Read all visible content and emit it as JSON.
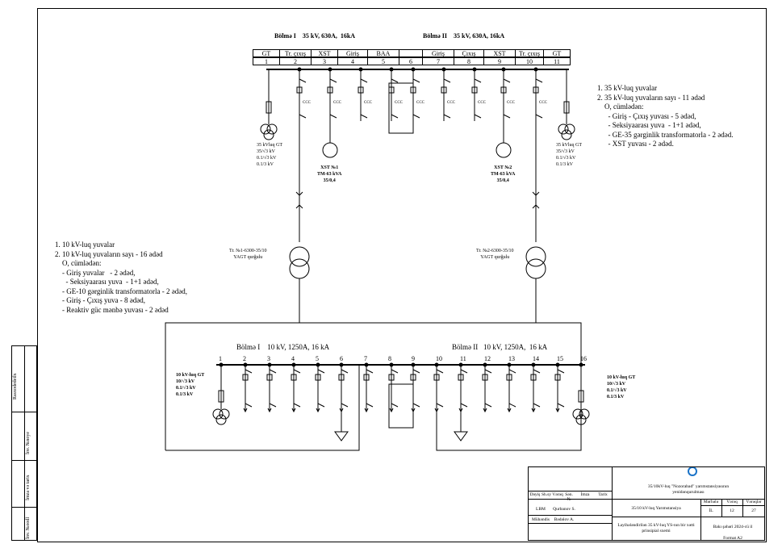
{
  "top_section": {
    "bolme1_title": "Bölmə I    35 kV, 630A,  16kA",
    "bolme2_title": "Bölmə II    35 kV, 630A, 16kA",
    "cells": [
      {
        "name": "GT",
        "num": "1"
      },
      {
        "name": "Tr. çıxış",
        "num": "2"
      },
      {
        "name": "XST",
        "num": "3"
      },
      {
        "name": "Giriş",
        "num": "4"
      },
      {
        "name": "BAA",
        "num": "5"
      },
      {
        "name": "",
        "num": "6"
      },
      {
        "name": "Giriş",
        "num": "7"
      },
      {
        "name": "Çıxış",
        "num": "8"
      },
      {
        "name": "XST",
        "num": "9"
      },
      {
        "name": "Tr. çıxış",
        "num": "10"
      },
      {
        "name": "GT",
        "num": "11"
      }
    ],
    "gt_left_label": [
      "35 kVluq GT",
      "35/√3 kV",
      "0.1/√3 kV",
      "0.1/3 kV"
    ],
    "gt_right_label": [
      "35 kVluq GT",
      "35/√3 kV",
      "0.1/√3 kV",
      "0.1/3 kV"
    ],
    "xst1_label": [
      "XST №1",
      "TM-63 kVA",
      "35/0,4"
    ],
    "xst2_label": [
      "XST №2",
      "TM-63 kVA",
      "35/0,4"
    ],
    "device_630": "630A",
    "device_1250": "1250A"
  },
  "notes_35kv": {
    "lines": [
      "1. 35 kV-luq yuvalar",
      "2. 35 kV-luq yuvaların sayı - 11 ədəd",
      "    O, cümlədən:",
      "      - Giriş - Çıxış yuvası - 5 ədəd,",
      "      - Seksiyaarası yuva  - 1+1 ədəd,",
      "      - GE-35 gərginlik transformatorla - 2 ədəd.",
      "      - XST yuvası - 2 ədəd."
    ]
  },
  "notes_10kv": {
    "lines": [
      "1. 10 kV-luq yuvalar",
      "2. 10 kV-luq yuvaların sayı - 16 ədəd",
      "    O, cümlədən:",
      "    - Giriş yuvalar   - 2 ədəd,",
      "      - Seksiyaarası yuva  - 1+1 ədəd,",
      "    - GE-10 gərginlik transformatorla - 2 ədəd,",
      "    - Giriş - Çıxış yuva - 8 ədəd,",
      "    - Reaktiv güc mənbə yuvası - 2 ədəd"
    ]
  },
  "transformers": {
    "tr1": [
      "Tr. №1-6300-35/10",
      "YAGT qurğulu"
    ],
    "tr2": [
      "Tr. №2-6300-35/10",
      "YAGT qurğulu"
    ]
  },
  "bottom_section": {
    "bolme1_title": "Bölmə I    10 kV, 1250A, 16 kA",
    "bolme2_title": "Bölmə II   10 kV, 1250A,  16 kA",
    "cell_numbers": [
      "1",
      "2",
      "3",
      "4",
      "5",
      "6",
      "7",
      "8",
      "9",
      "10",
      "11",
      "12",
      "13",
      "14",
      "15",
      "16"
    ],
    "gt_left_label": [
      "10 kV-luq GT",
      "10/√3 kV",
      "0.1/√3 kV",
      "0.1/3 kV"
    ],
    "gt_right_label": [
      "10 kV-luq GT",
      "10/√3 kV",
      "0.1/√3 kV",
      "0.1/3 kV"
    ]
  },
  "side_labels": {
    "raxshadeede": "Rasxodedeilx",
    "imza_tarix_top": "İmza və tarix",
    "inv_novaye": "İnv. №noye",
    "imza_tarix_bottom": "İmza və tarix",
    "inv_podl": "İnv. №oodl"
  },
  "title_block": {
    "project_line1": "35/10kV-luq \"Nozorabad\" yarımstansiyasının",
    "project_line2": "yenidənqurulması",
    "header_cols": [
      "Dəyiş",
      "Sh.sy",
      "Vərəq",
      "Sən. №",
      "İmza",
      "Tarix"
    ],
    "row_lbm": "LBM",
    "row_lbm_name": "Qurbanov S.",
    "row_muh": "Mühəndis",
    "row_muh_name": "Bədəlov A.",
    "sheet_title": "35/10 kV-luq Yarımstansiya",
    "mərhələ_label": "Mərhələ",
    "vereq_label": "Vərəq",
    "vereqler_label": "Vərəqlər",
    "merhele_val": "İL",
    "vereq_val": "12",
    "vereqler_val": "27",
    "drawing_desc_1": "Layihələndirilən 35 kV-luq YS-nın bir xətti",
    "drawing_desc_2": "prinsipial sxemi",
    "org": "Bakı şəhəri 2024-cü il",
    "format": "Format A2"
  }
}
